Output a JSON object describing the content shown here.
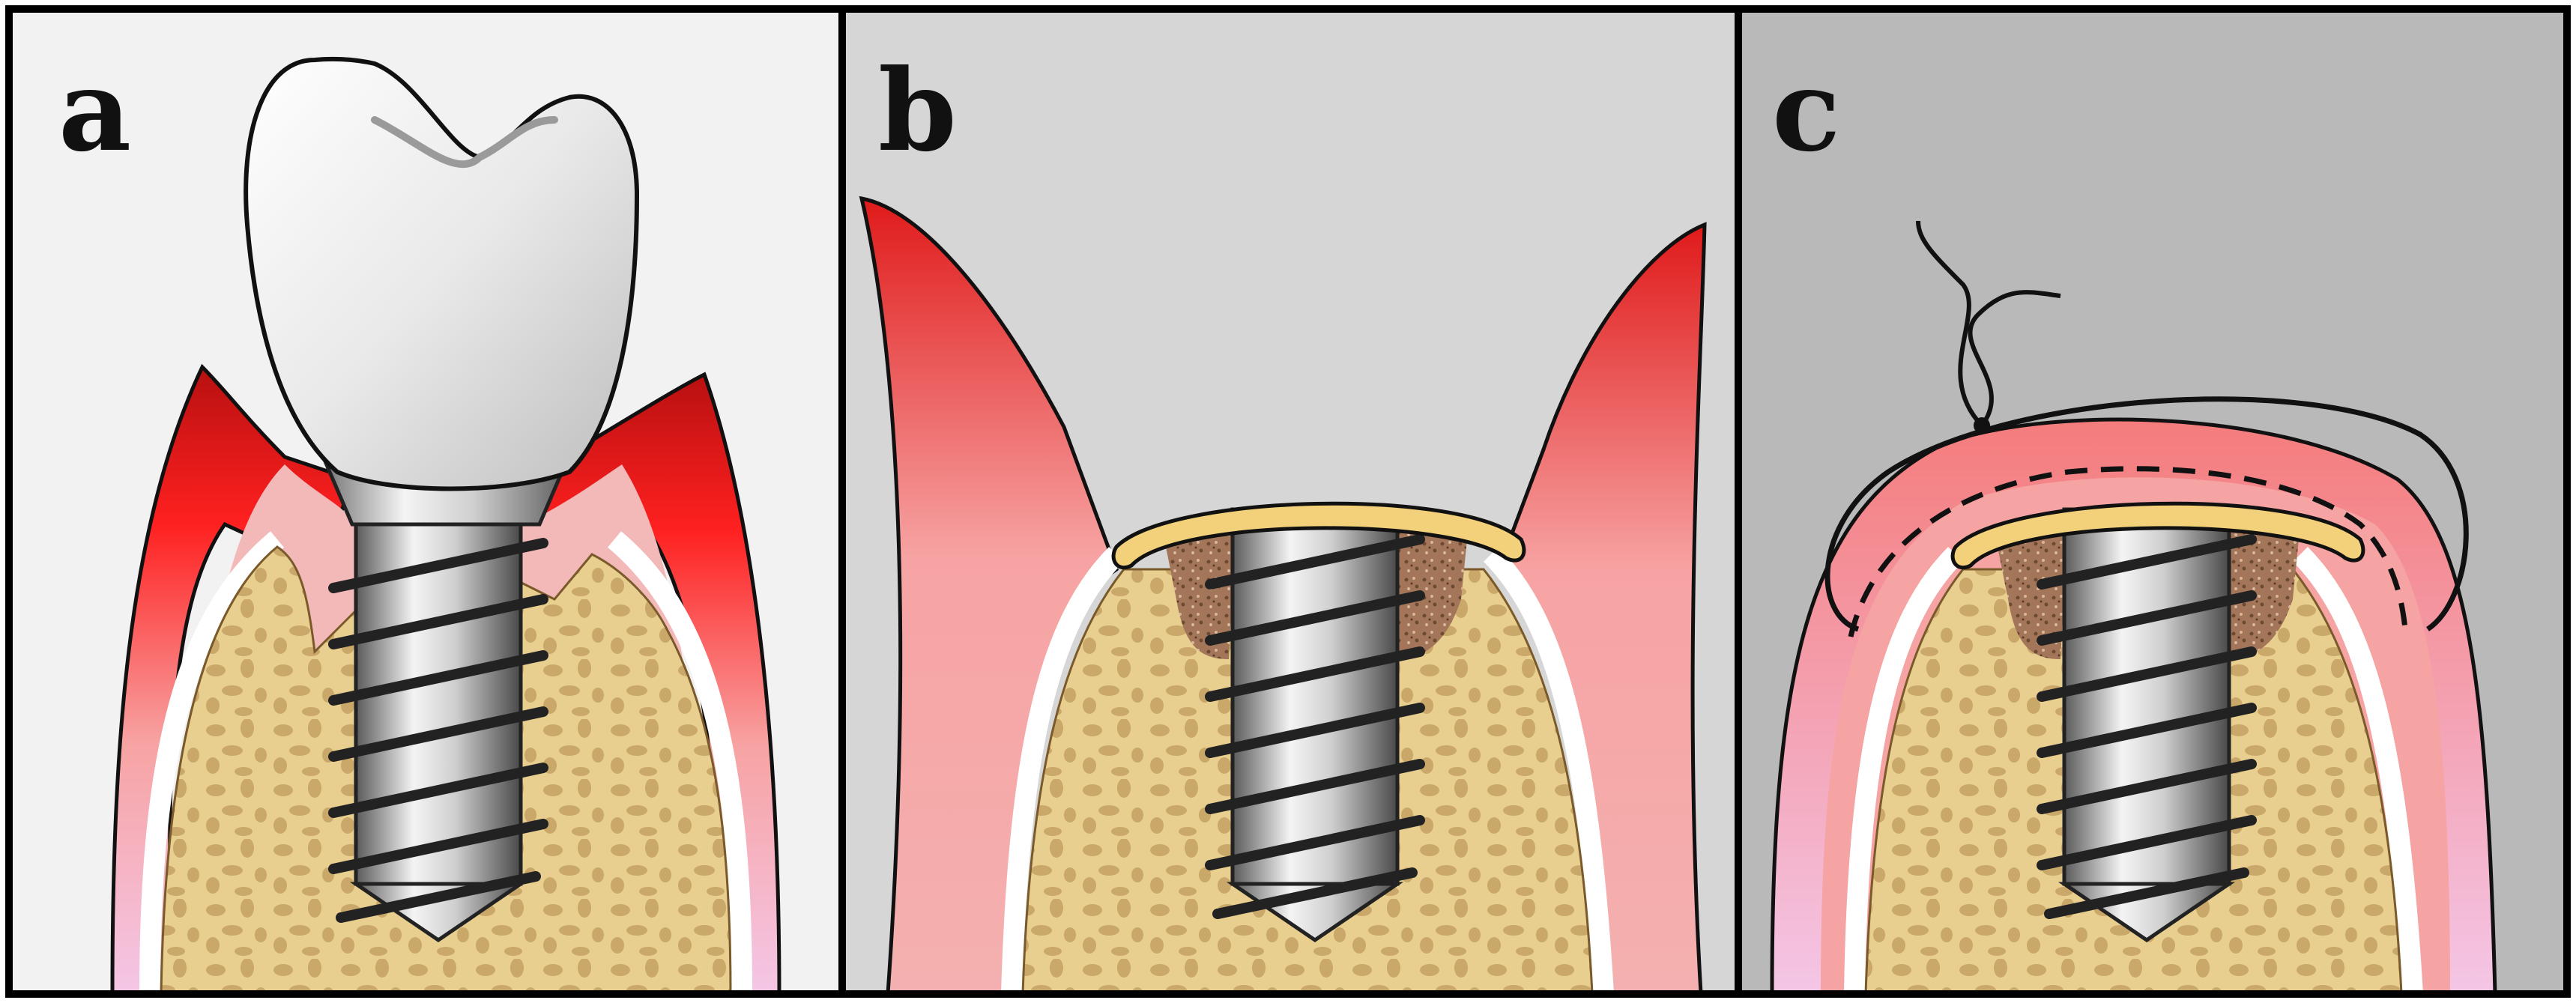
{
  "panels": [
    {
      "id": "a",
      "label": "a",
      "background": "#f2f2f2"
    },
    {
      "id": "b",
      "label": "b",
      "background": "#d6d6d6"
    },
    {
      "id": "c",
      "label": "c",
      "background": "#b9b9b9"
    }
  ],
  "colors": {
    "gum_dark": "#e01a1a",
    "gum_light": "#f7a3a3",
    "gum_pink": "#f4c6e6",
    "bone": "#e6cb8a",
    "bone_dots": "#c9a96a",
    "graft": "#9b6e4e",
    "membrane": "#f3d17b",
    "implant_light": "#f0f0f0",
    "implant_dark": "#6e6e6e",
    "plaque": "#f5a81f",
    "suture": "#111111",
    "border": "#000000"
  }
}
